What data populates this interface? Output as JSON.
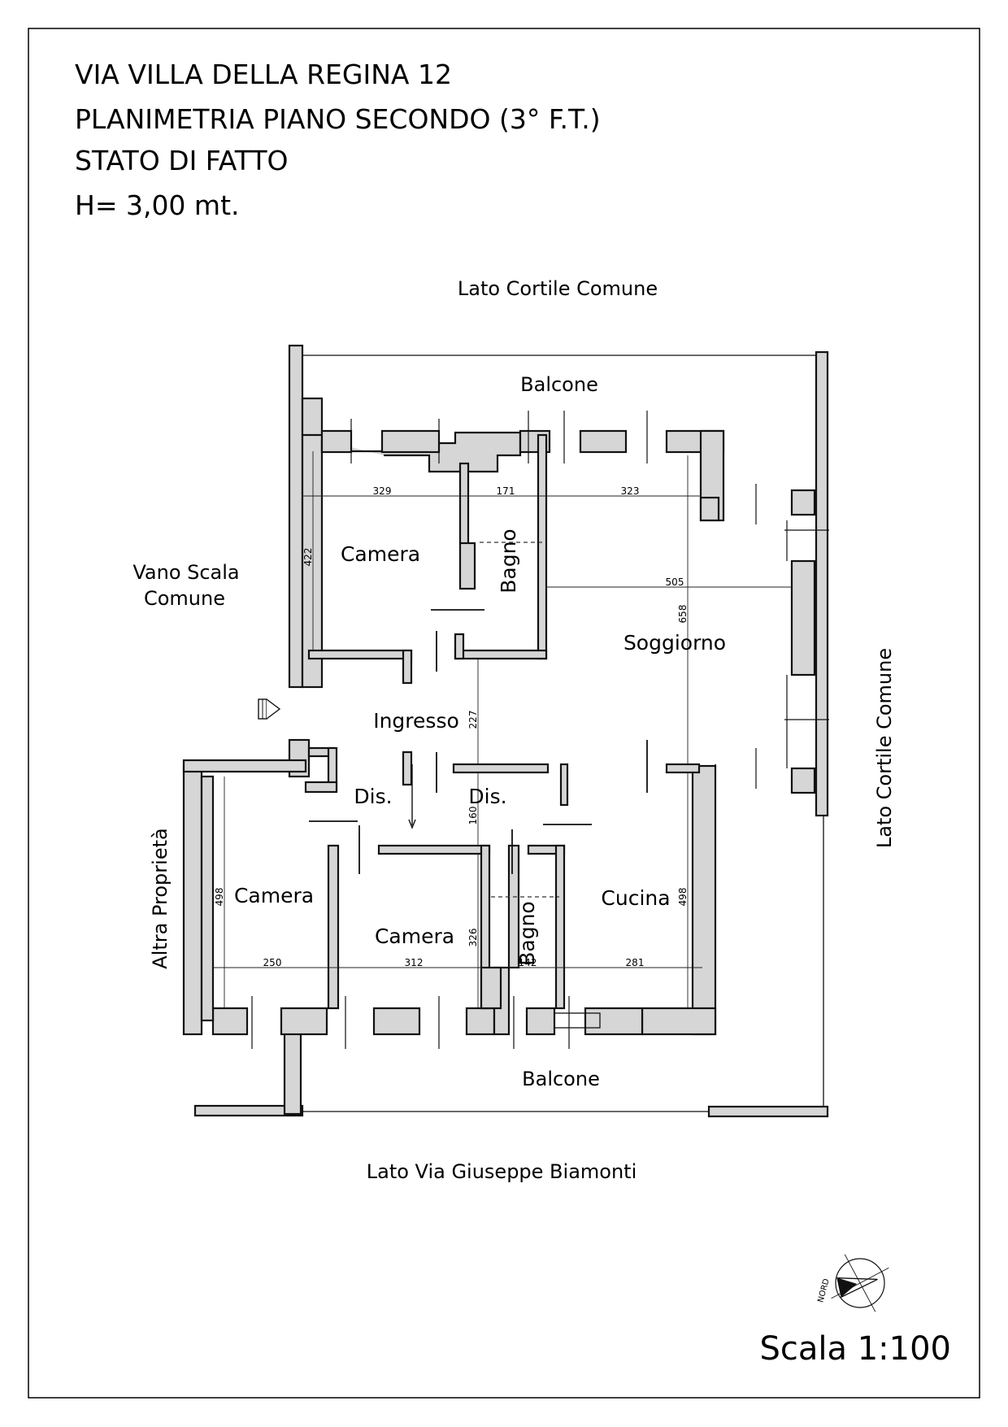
{
  "title": {
    "line1": "VIA VILLA DELLA REGINA 12",
    "line2": "PLANIMETRIA PIANO SECONDO (3° F.T.)",
    "line3": "STATO DI FATTO",
    "line4": "H= 3,00 mt."
  },
  "sides": {
    "top": "Lato Cortile Comune",
    "right": "Lato Cortile Comune",
    "bottom": "Lato Via Giuseppe Biamonti",
    "left": "Altra Proprietà",
    "stair_line1": "Vano Scala",
    "stair_line2": "Comune"
  },
  "balconies": {
    "top": "Balcone",
    "bottom": "Balcone"
  },
  "rooms": {
    "camera_nw": "Camera",
    "bagno_n": "Bagno",
    "soggiorno": "Soggiorno",
    "ingresso": "Ingresso",
    "dis_left": "Dis.",
    "dis_right": "Dis.",
    "camera_sw": "Camera",
    "camera_s": "Camera",
    "bagno_s": "Bagno",
    "cucina": "Cucina"
  },
  "dimensions": {
    "d329": "329",
    "d171": "171",
    "d323": "323",
    "d422": "422",
    "d505": "505",
    "d658": "658",
    "d227": "227",
    "d160": "160",
    "d498_left": "498",
    "d498_right": "498",
    "d326": "326",
    "d250": "250",
    "d312": "312",
    "d142": "142",
    "d281": "281"
  },
  "north_label": "NORD",
  "scale": "Scala 1:100"
}
